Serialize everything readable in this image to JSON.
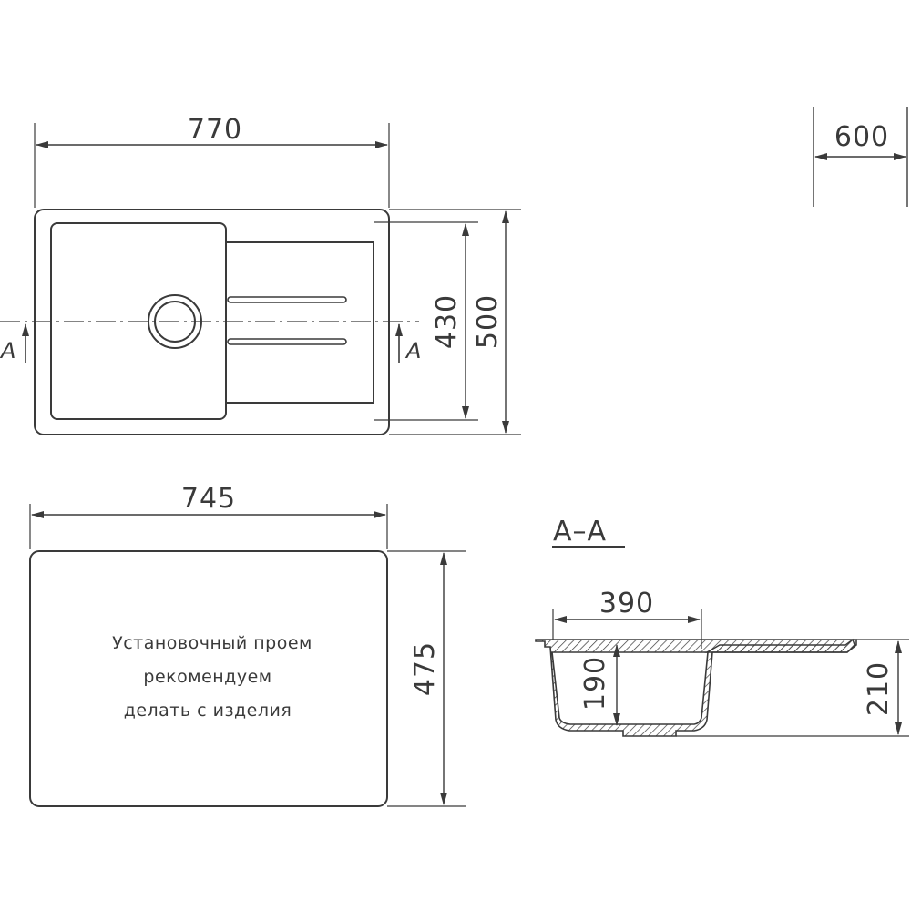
{
  "plan_view": {
    "width_label": "770",
    "height_label": "500",
    "bowl_height_label": "430",
    "section_mark_left": "A",
    "section_mark_right": "A"
  },
  "cutout_view": {
    "width_label": "745",
    "height_label": "475",
    "note_lines": [
      "Установочный проем",
      "рекомендуем",
      "делать с изделия"
    ]
  },
  "cabinet": {
    "width_label": "600"
  },
  "section_view": {
    "title": "A–A",
    "bowl_width_label": "390",
    "bowl_depth_label": "190",
    "total_depth_label": "210"
  }
}
